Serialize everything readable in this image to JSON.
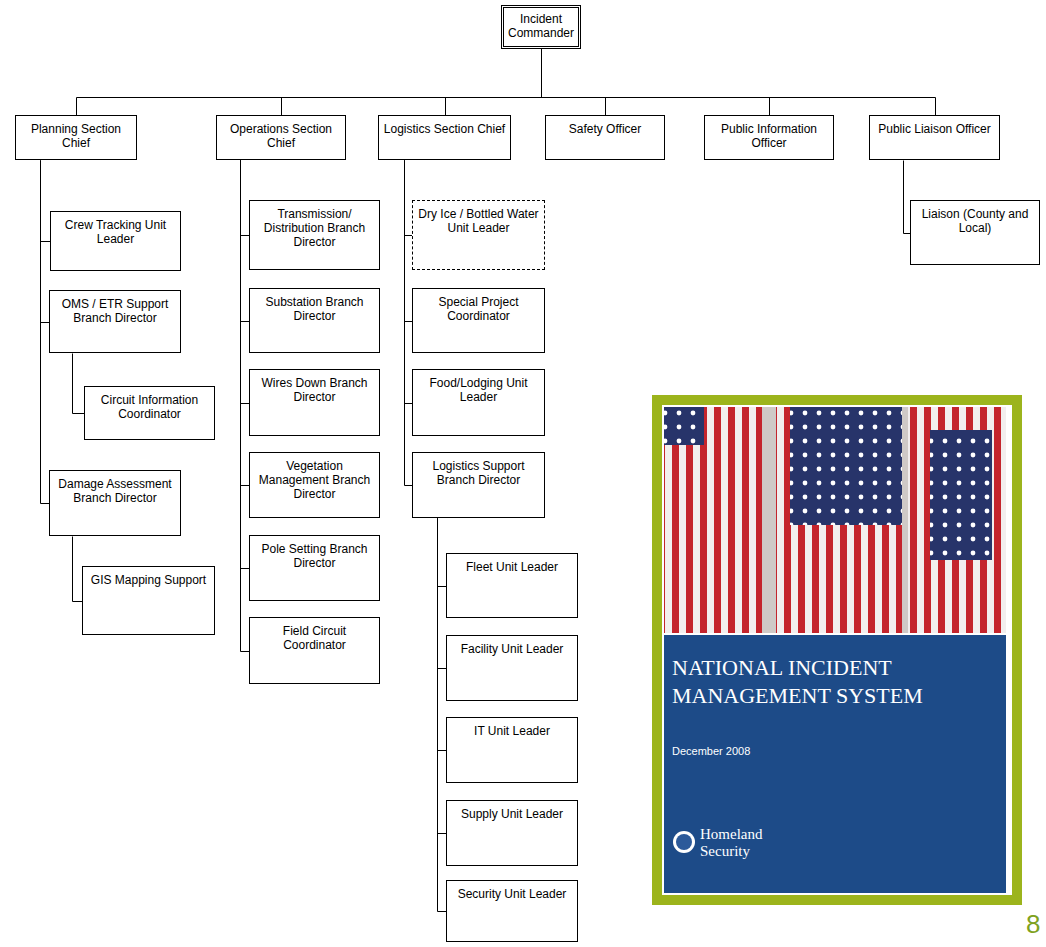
{
  "diagram": {
    "nodes": [
      {
        "text": [
          "Incident Commander"
        ]
      },
      {
        "text": [
          "Planning Section Chief"
        ]
      },
      {
        "text": [
          "Operations Section Chief"
        ]
      },
      {
        "text": [
          "Logistics Section Chief"
        ]
      },
      {
        "text": [
          "Safety Officer"
        ]
      },
      {
        "text": [
          "Public Information Officer"
        ]
      },
      {
        "text": [
          "Public Liaison Officer"
        ]
      },
      {
        "text": [
          "Crew Tracking Unit Leader"
        ]
      },
      {
        "text": [
          "OMS / ETR Support Branch Director"
        ]
      },
      {
        "text": [
          "Circuit Information Coordinator"
        ]
      },
      {
        "text": [
          "Damage Assessment Branch Director"
        ]
      },
      {
        "text": [
          "GIS Mapping Support"
        ]
      },
      {
        "text": [
          "Transmission/ Distribution Branch Director"
        ]
      },
      {
        "text": [
          "Substation Branch Director"
        ]
      },
      {
        "text": [
          "Wires Down Branch Director"
        ]
      },
      {
        "text": [
          "Vegetation Management Branch Director"
        ]
      },
      {
        "text": [
          "Pole Setting Branch Director"
        ]
      },
      {
        "text": [
          "Field Circuit Coordinator"
        ]
      },
      {
        "text": [
          "Dry Ice / Bottled Water Unit Leader"
        ]
      },
      {
        "text": [
          "Special Project Coordinator"
        ]
      },
      {
        "text": [
          "Food/Lodging Unit Leader"
        ]
      },
      {
        "text": [
          "Logistics Support Branch Director"
        ]
      },
      {
        "text": [
          "Fleet Unit Leader"
        ]
      },
      {
        "text": [
          "Facility Unit Leader"
        ]
      },
      {
        "text": [
          "IT Unit Leader"
        ]
      },
      {
        "text": [
          "Supply Unit Leader"
        ]
      },
      {
        "text": [
          "Security Unit Leader"
        ]
      },
      {
        "text": [
          "Liaison (County and Local)"
        ]
      }
    ],
    "edges": [
      {
        "from": 0,
        "to": 1,
        "arrow": "none"
      },
      {
        "from": 0,
        "to": 2,
        "arrow": "none"
      },
      {
        "from": 0,
        "to": 3,
        "arrow": "none"
      },
      {
        "from": 0,
        "to": 4,
        "arrow": "none"
      },
      {
        "from": 0,
        "to": 5,
        "arrow": "none"
      },
      {
        "from": 0,
        "to": 6,
        "arrow": "none"
      },
      {
        "from": 1,
        "to": 7,
        "arrow": "none"
      },
      {
        "from": 1,
        "to": 8,
        "arrow": "none"
      },
      {
        "from": 8,
        "to": 9,
        "arrow": "none"
      },
      {
        "from": 1,
        "to": 10,
        "arrow": "none"
      },
      {
        "from": 10,
        "to": 11,
        "arrow": "none"
      },
      {
        "from": 2,
        "to": 12,
        "arrow": "none"
      },
      {
        "from": 2,
        "to": 13,
        "arrow": "none"
      },
      {
        "from": 2,
        "to": 14,
        "arrow": "none"
      },
      {
        "from": 2,
        "to": 15,
        "arrow": "none"
      },
      {
        "from": 2,
        "to": 16,
        "arrow": "none"
      },
      {
        "from": 2,
        "to": 17,
        "arrow": "none"
      },
      {
        "from": 3,
        "to": 18,
        "arrow": "none"
      },
      {
        "from": 3,
        "to": 19,
        "arrow": "none"
      },
      {
        "from": 3,
        "to": 20,
        "arrow": "none"
      },
      {
        "from": 3,
        "to": 21,
        "arrow": "none"
      },
      {
        "from": 21,
        "to": 22,
        "arrow": "none"
      },
      {
        "from": 21,
        "to": 23,
        "arrow": "none"
      },
      {
        "from": 21,
        "to": 24,
        "arrow": "none"
      },
      {
        "from": 21,
        "to": 25,
        "arrow": "none"
      },
      {
        "from": 21,
        "to": 26,
        "arrow": "none"
      },
      {
        "from": 6,
        "to": 27,
        "arrow": "none"
      }
    ],
    "labels": [
      "NATIONAL INCIDENT MANAGEMENT SYSTEM",
      "December 2008",
      "Homeland Security",
      "8"
    ]
  }
}
